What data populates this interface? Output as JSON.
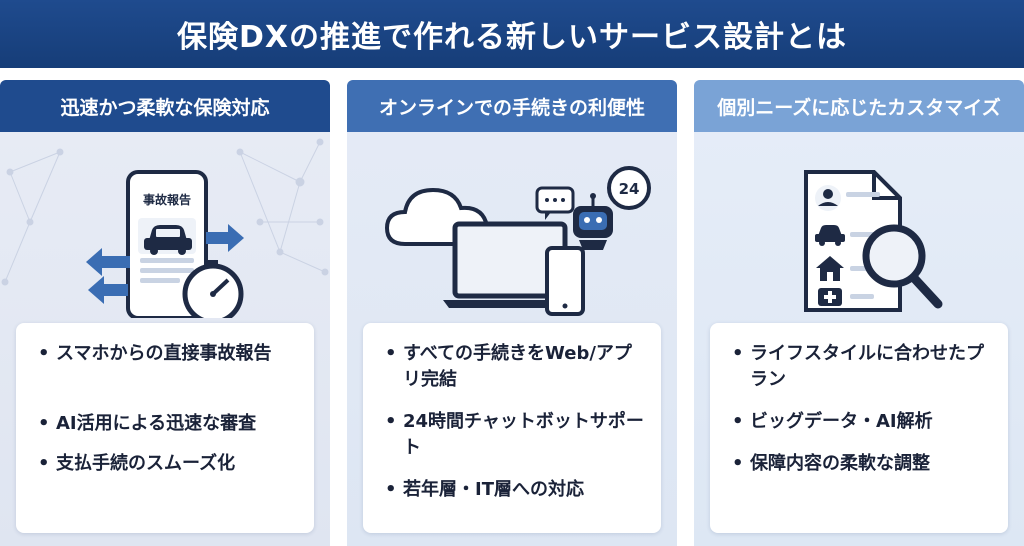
{
  "title": "保険DXの推進で作れる新しいサービス設計とは",
  "panels": [
    {
      "heading": "迅速かつ柔軟な保険対応",
      "illustration_text": "事故報告",
      "bullets": [
        "スマホからの直接事故報告",
        "AI活用による迅速な審査",
        "支払手続のスムーズ化"
      ]
    },
    {
      "heading": "オンラインでの手続きの利便性",
      "illustration_text": "24",
      "bullets": [
        "すべての手続きをWeb/アプリ完結",
        "24時間チャットボットサポート",
        "若年層・IT層への対応"
      ]
    },
    {
      "heading": "個別ニーズに応じたカスタマイズ",
      "illustration_text": "",
      "bullets": [
        "ライフスタイルに合わせたプラン",
        "ビッグデータ・AI解析",
        "保障内容の柔軟な調整"
      ]
    }
  ],
  "colors": {
    "header": "#1f4b8e",
    "panel1_head": "#1f4b8e",
    "panel2_head": "#3f6fb3",
    "panel3_head": "#7aa3d6",
    "icon_dark": "#1e2a44",
    "icon_blue": "#3a6db3"
  }
}
